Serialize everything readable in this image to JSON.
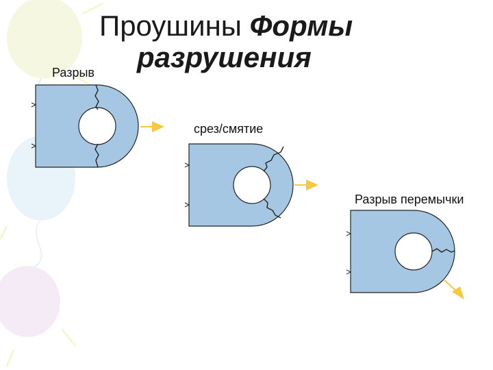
{
  "title": {
    "line1_regular": "Проушины ",
    "line1_emphasis": "Формы",
    "line2": "разрушения"
  },
  "labels": {
    "tension": "Разрыв",
    "shear_bearing": "срез/смятие",
    "bridge_rupture": "Разрыв перемычки"
  },
  "colors": {
    "lug_fill": "#a6c7e3",
    "outline": "#222222",
    "load_arrow": "#f5c842",
    "decor_balloons": [
      "#d8eef8",
      "#eedcf2",
      "#f4f4c0"
    ]
  }
}
